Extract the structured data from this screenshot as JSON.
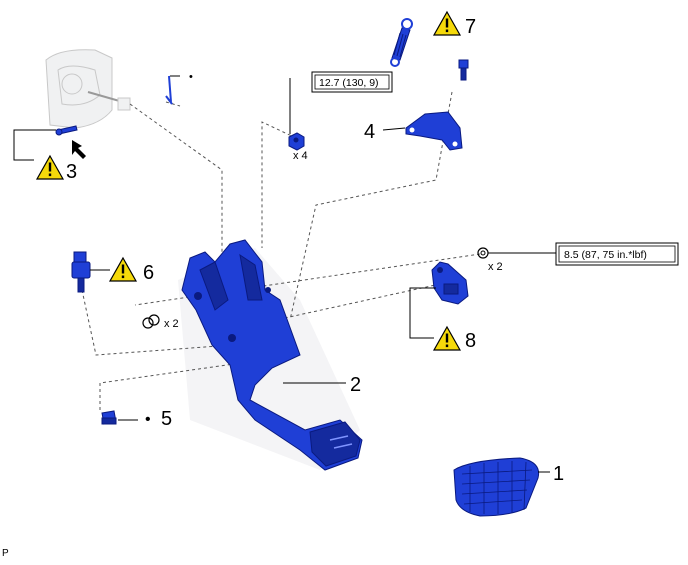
{
  "diagram": {
    "callouts": {
      "c1": "1",
      "c2": "2",
      "c3": "3",
      "c4": "4",
      "c5": "5",
      "c6": "6",
      "c7": "7",
      "c8": "8"
    },
    "bullet": "•",
    "torque": {
      "nut_bracket": "12.7 (130, 9)",
      "bolt_bracket": "8.5 (87, 75 in.*lbf)"
    },
    "qty": {
      "nut": "x 4",
      "bolt_right": "x 2",
      "bolt_left": "x 2"
    },
    "footer_code": "P",
    "colors": {
      "part": "#1f3fd6",
      "caution": "#f5d90a"
    }
  }
}
